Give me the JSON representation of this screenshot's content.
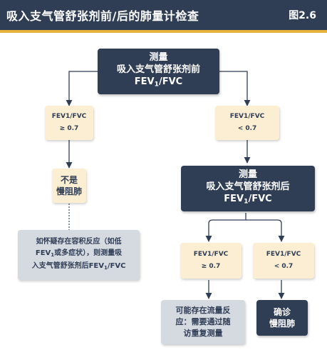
{
  "header": {
    "title": "吸入支气管舒张剂前/后的肺量计检查",
    "figure_label": "图2.6"
  },
  "nodes": {
    "measure_pre": {
      "line1": "测量",
      "line2": "吸入支气管舒张剂前",
      "line3_main": "FEV",
      "line3_sub": "1",
      "line3_rest": "/FVC"
    },
    "ratio_pre_high": {
      "label": "FEV1/FVC",
      "value": "≥ 0.7"
    },
    "ratio_pre_low": {
      "label": "FEV1/FVC",
      "value": "< 0.7"
    },
    "not_copd": {
      "line1": "不是",
      "line2": "慢阻肺"
    },
    "suspect_note": {
      "line1": "如怀疑存在容积反应（如低",
      "line2_a": "FEV",
      "line2_sub": "1",
      "line2_b": "或多症状），则测量吸",
      "line3_a": "入支气管舒张剂后FEV",
      "line3_sub": "1",
      "line3_b": "/FVC"
    },
    "measure_post": {
      "line1": "测量",
      "line2": "吸入支气管舒张剂后",
      "line3_main": "FEV",
      "line3_sub": "1",
      "line3_rest": "/FVC"
    },
    "ratio_post_high": {
      "label": "FEV1/FVC",
      "value": "≥ 0.7"
    },
    "ratio_post_low": {
      "label": "FEV1/FVC",
      "value": "< 0.7"
    },
    "flow_response": {
      "line1": "可能存在流量反",
      "line2": "应：需要通过随",
      "line3": "访重复测量"
    },
    "confirm_copd": {
      "line1": "确诊",
      "line2": "慢阻肺"
    }
  },
  "colors": {
    "dark_navy": "#2f3d55",
    "cream": "#fbeed2",
    "grey": "#d5d9e0",
    "accent": "#e8b23c"
  }
}
